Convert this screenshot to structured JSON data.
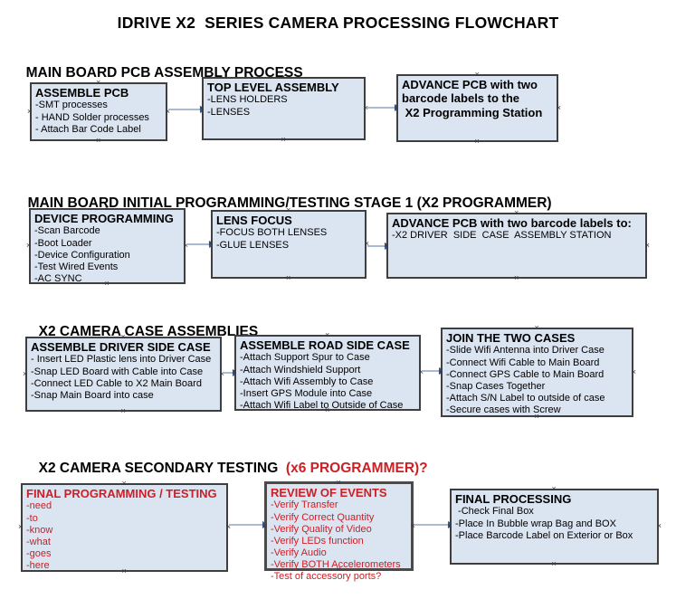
{
  "title": "IDRIVE X2  SERIES CAMERA PROCESSING FLOWCHART",
  "colors": {
    "box_fill": "#dbe4f1",
    "box_border": "#3f3f3f",
    "arrow_line": "#a9bad2",
    "arrow_head": "#35589e",
    "red_text": "#cb2026",
    "black_text": "#000000",
    "marker": "#3a3a3a"
  },
  "icons": {
    "connection_marker": "×"
  },
  "sections": [
    {
      "heading": "MAIN BOARD PCB ASSEMBLY PROCESS",
      "heading_accent": "",
      "boxes": [
        {
          "title": "ASSEMBLE PCB",
          "items": [
            "-SMT processes",
            "- HAND Solder processes",
            "- Attach Bar Code Label"
          ],
          "text_color": "#000000"
        },
        {
          "title": "TOP LEVEL ASSEMBLY",
          "items": [
            "-LENS HOLDERS",
            "-LENSES"
          ],
          "text_color": "#000000"
        },
        {
          "title": "ADVANCE PCB with two\nbarcode labels to the\n X2 Programming Station",
          "items": [],
          "text_color": "#000000"
        }
      ]
    },
    {
      "heading": "MAIN BOARD INITIAL PROGRAMMING/TESTING STAGE 1 (X2 PROGRAMMER)",
      "heading_accent": "",
      "boxes": [
        {
          "title": "DEVICE PROGRAMMING",
          "items": [
            "-Scan Barcode",
            "-Boot Loader",
            "-Device Configuration",
            "-Test Wired Events",
            "-AC SYNC"
          ],
          "text_color": "#000000"
        },
        {
          "title": "LENS FOCUS",
          "items": [
            "-FOCUS BOTH LENSES",
            "-GLUE LENSES"
          ],
          "text_color": "#000000"
        },
        {
          "title": "ADVANCE PCB with two barcode labels to:",
          "items": [
            "-X2 DRIVER  SIDE  CASE  ASSEMBLY STATION"
          ],
          "text_color": "#000000"
        }
      ]
    },
    {
      "heading": "X2 CAMERA CASE ASSEMBLIES",
      "heading_accent": "",
      "boxes": [
        {
          "title": "ASSEMBLE DRIVER SIDE CASE",
          "items": [
            "- Insert LED Plastic lens into Driver Case",
            "-Snap LED Board with Cable into Case",
            "-Connect LED Cable to X2 Main Board",
            "-Snap Main Board into case"
          ],
          "text_color": "#000000"
        },
        {
          "title": "ASSEMBLE ROAD SIDE CASE",
          "items": [
            "-Attach Support Spur to Case",
            "-Attach Windshield Support",
            "-Attach Wifi Assembly to Case",
            "-Insert GPS Module into Case",
            "-Attach Wifi Label to Outside of Case"
          ],
          "text_color": "#000000"
        },
        {
          "title": "JOIN THE TWO CASES",
          "items": [
            "-Slide Wifi Antenna into Driver Case",
            "-Connect Wifi Cable to Main Board",
            "-Connect GPS Cable to Main Board",
            "-Snap Cases Together",
            "-Attach S/N Label to outside of case",
            "-Secure cases with Screw"
          ],
          "text_color": "#000000"
        }
      ]
    },
    {
      "heading": "X2 CAMERA SECONDARY TESTING  ",
      "heading_accent": "(x6 PROGRAMMER)?",
      "boxes": [
        {
          "title": "FINAL PROGRAMMING / TESTING",
          "items": [
            "-need",
            "-to",
            "-know",
            "-what",
            "-goes",
            "-here"
          ],
          "text_color": "#cb2026"
        },
        {
          "title": "REVIEW OF EVENTS",
          "items": [
            "-Verify Transfer",
            "-Verify Correct Quantity",
            "-Verify Quality of Video",
            "-Verify LEDs function",
            "-Verify Audio",
            "-Verify BOTH Accelerometers",
            "-Test of accessory ports?"
          ],
          "text_color": "#cb2026"
        },
        {
          "title": "FINAL PROCESSING",
          "items": [
            " -Check Final Box",
            "-Place In Bubble wrap Bag and BOX",
            "-Place Barcode Label on Exterior or Box"
          ],
          "text_color": "#000000"
        }
      ]
    }
  ]
}
